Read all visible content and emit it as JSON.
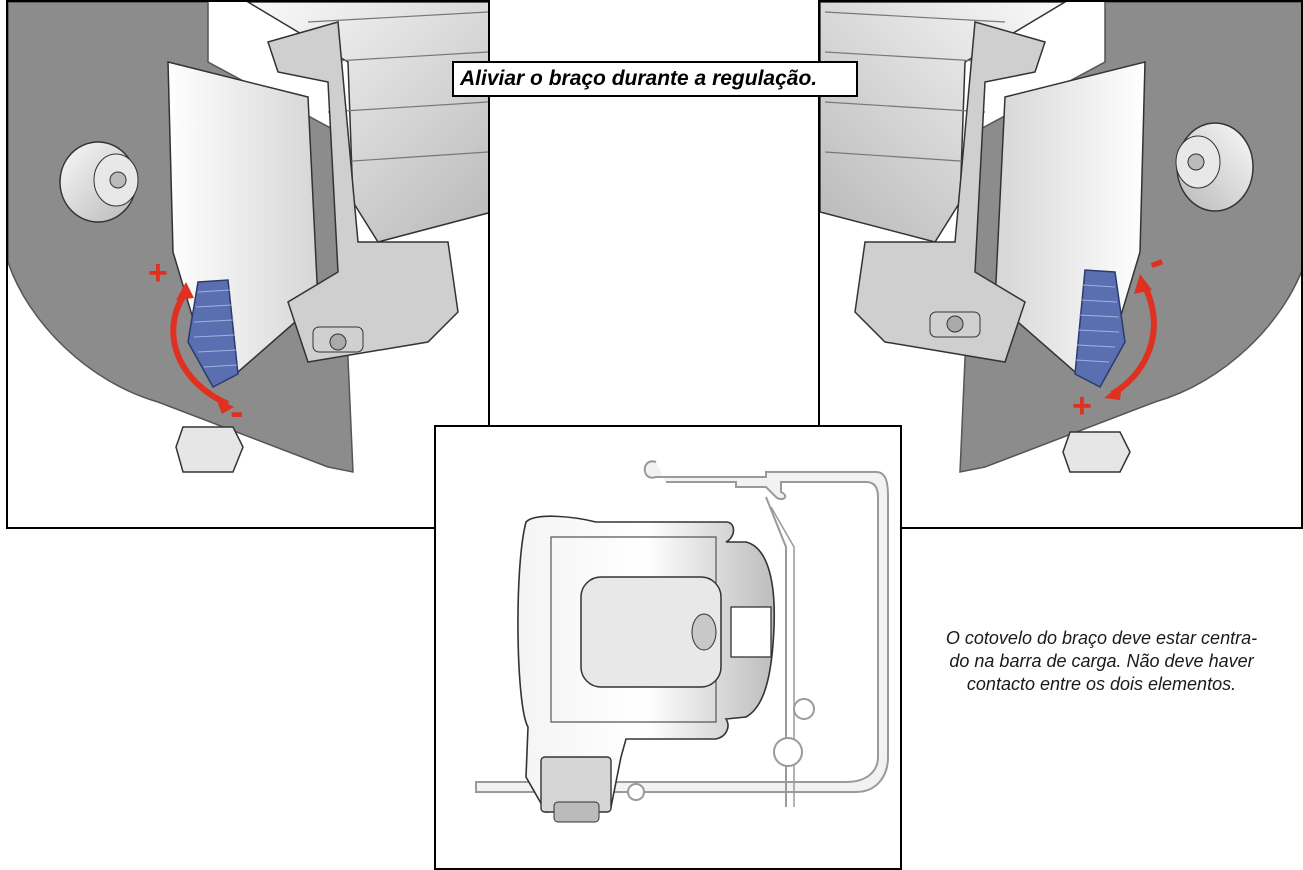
{
  "header_note": "Aliviar o braço durante a regulação.",
  "footer_note": {
    "line1": "O cotovelo do braço deve estar centra-",
    "line2": "do na barra de carga. Não deve haver",
    "line3": "contacto entre os dois elementos."
  },
  "left_panel": {
    "plus_symbol": "+",
    "minus_symbol": "-"
  },
  "right_panel": {
    "plus_symbol": "+",
    "minus_symbol": "-"
  },
  "colors": {
    "arrow": "#e03020",
    "knob": "#5a6fb0",
    "plate": "#8c8c8c",
    "frame": "#000000"
  }
}
